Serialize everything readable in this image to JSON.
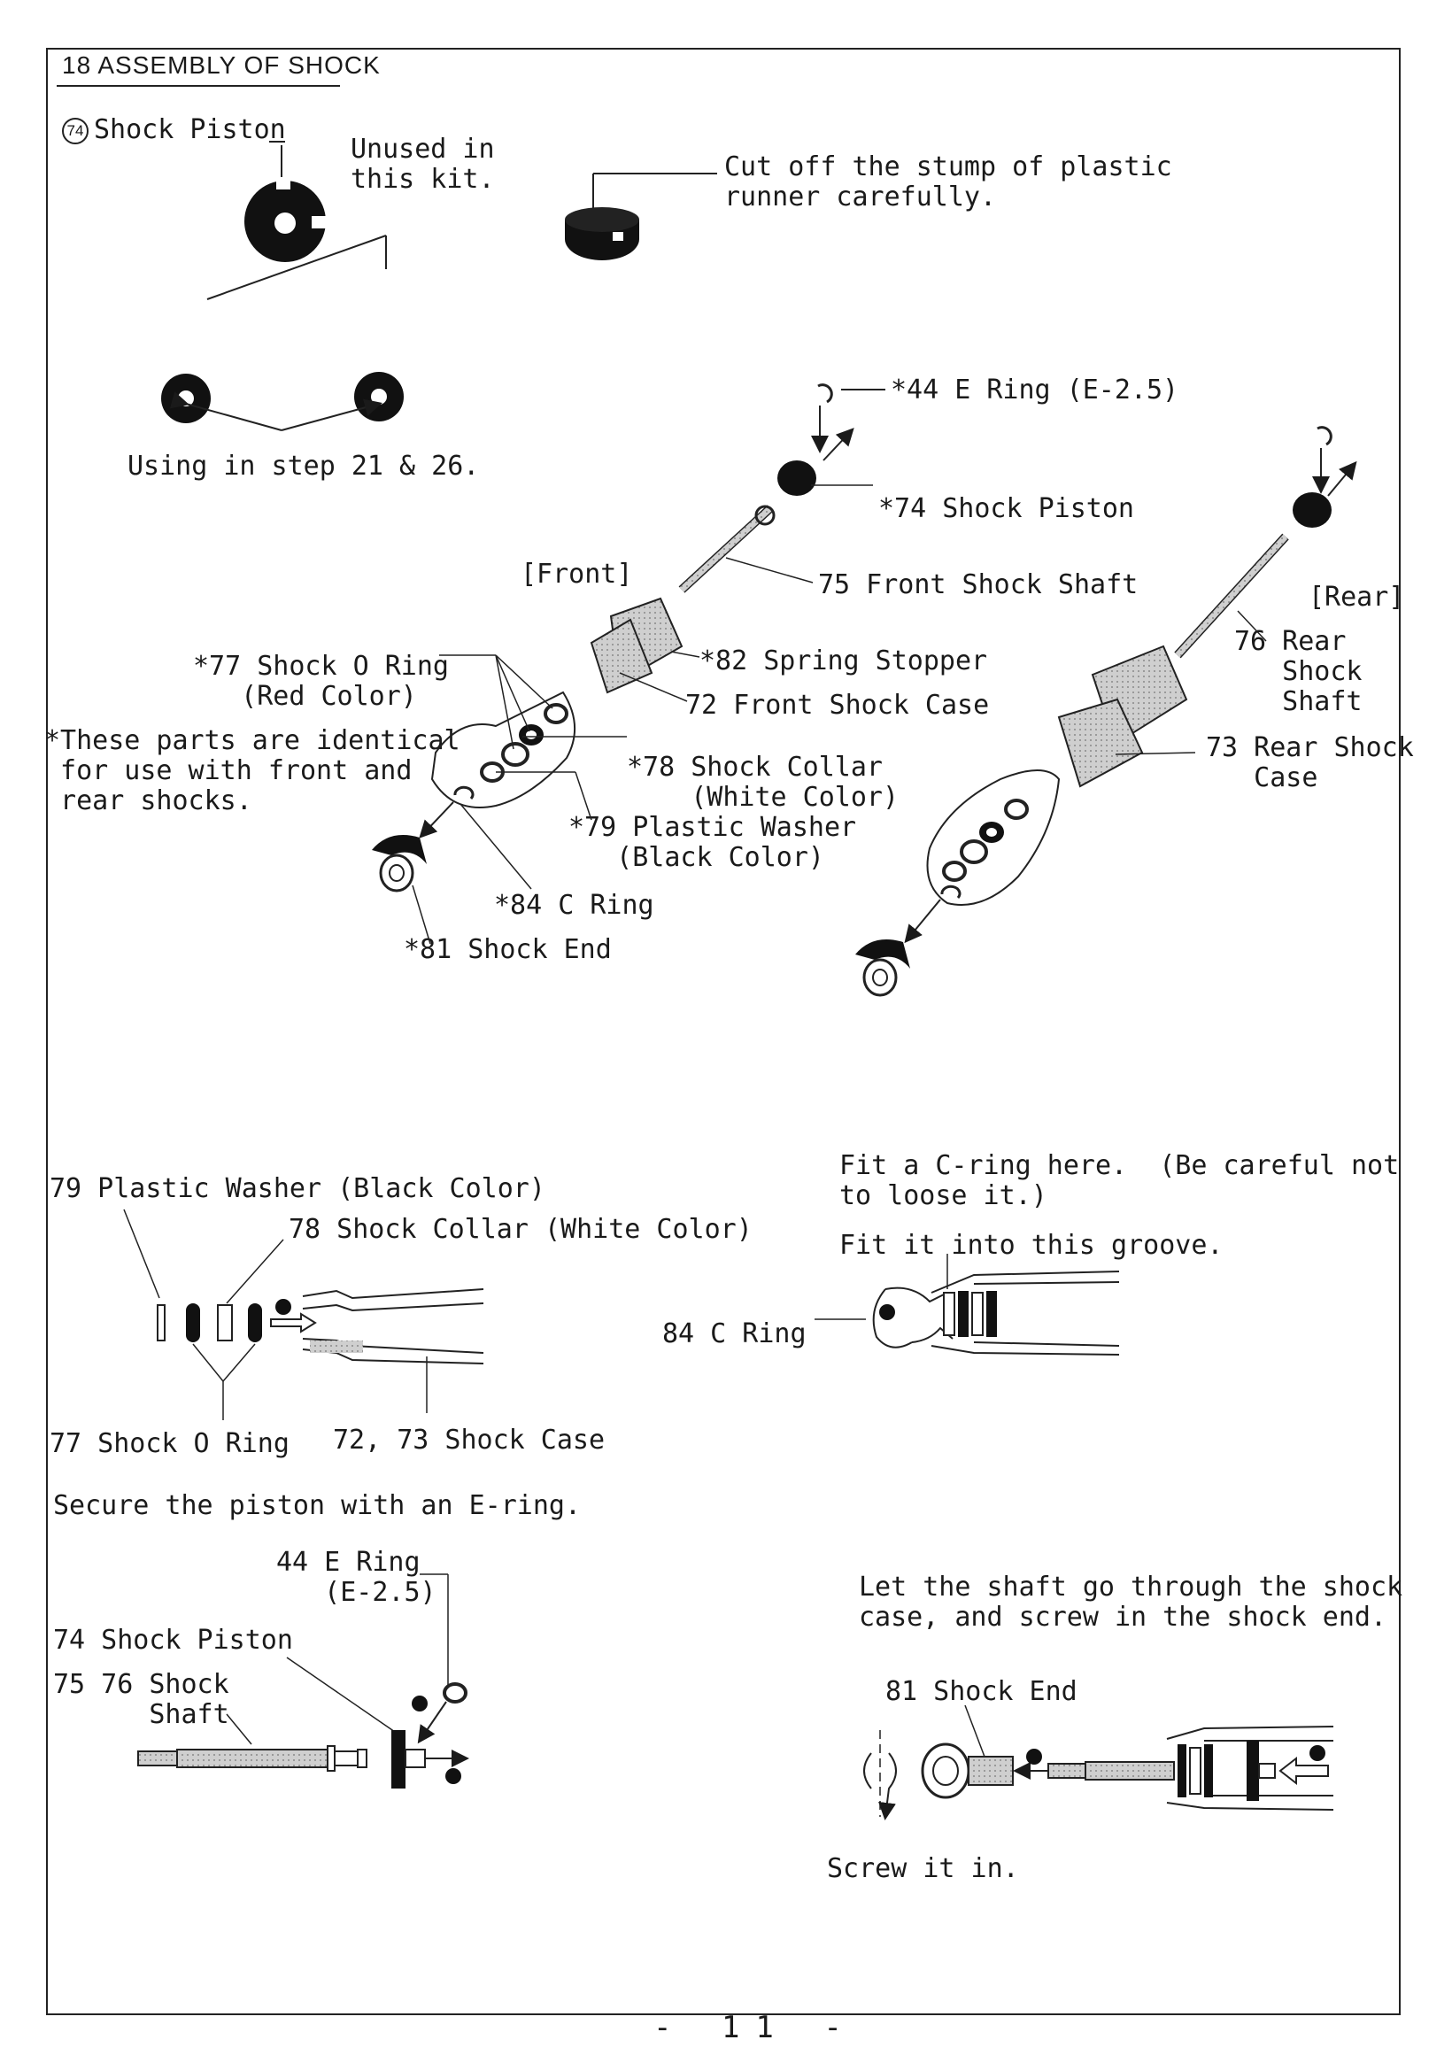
{
  "header": {
    "title": "18 ASSEMBLY OF SHOCK"
  },
  "top": {
    "piston_label_num": "74",
    "piston_label": "Shock Piston",
    "unused": "Unused in\nthis kit.",
    "cut_off": "Cut off the stump of plastic\nrunner carefully.",
    "using": "Using in step 21 & 26."
  },
  "front": {
    "title": "[Front]",
    "e_ring": "*44 E Ring (E-2.5)",
    "piston": "*74 Shock Piston",
    "shaft": "75 Front Shock Shaft",
    "spring_stopper": "*82 Spring Stopper",
    "case": "72 Front Shock Case",
    "o_ring": "*77 Shock O Ring\n   (Red Color)",
    "collar": "*78 Shock Collar\n    (White Color)",
    "washer": "*79 Plastic Washer\n   (Black Color)",
    "c_ring": "*84 C Ring",
    "shock_end": "*81 Shock End",
    "note": "*These parts are identical\n for use with front and\n rear shocks."
  },
  "rear": {
    "title": "[Rear]",
    "shaft": "76 Rear\n   Shock\n   Shaft",
    "case": "73 Rear Shock\n   Case"
  },
  "step1": {
    "washer": "79 Plastic Washer (Black Color)",
    "collar": "78 Shock Collar (White Color)",
    "o_ring": "77 Shock O Ring",
    "case": "72, 73 Shock Case"
  },
  "step2": {
    "fit_c": "Fit a C-ring here.  (Be careful not\nto loose it.)",
    "fit_groove": "Fit it into this groove.",
    "c_ring": "84 C Ring"
  },
  "step3": {
    "secure": "Secure the piston with an E-ring.",
    "e_ring": "44 E Ring\n   (E-2.5)",
    "piston": "74 Shock Piston",
    "shaft": "75 76 Shock\n      Shaft"
  },
  "step4": {
    "let_shaft": "Let the shaft go through the shock\ncase, and screw in the shock end.",
    "shock_end": "81 Shock End",
    "screw": "Screw it in."
  },
  "footer": {
    "page": "- 11 -"
  }
}
